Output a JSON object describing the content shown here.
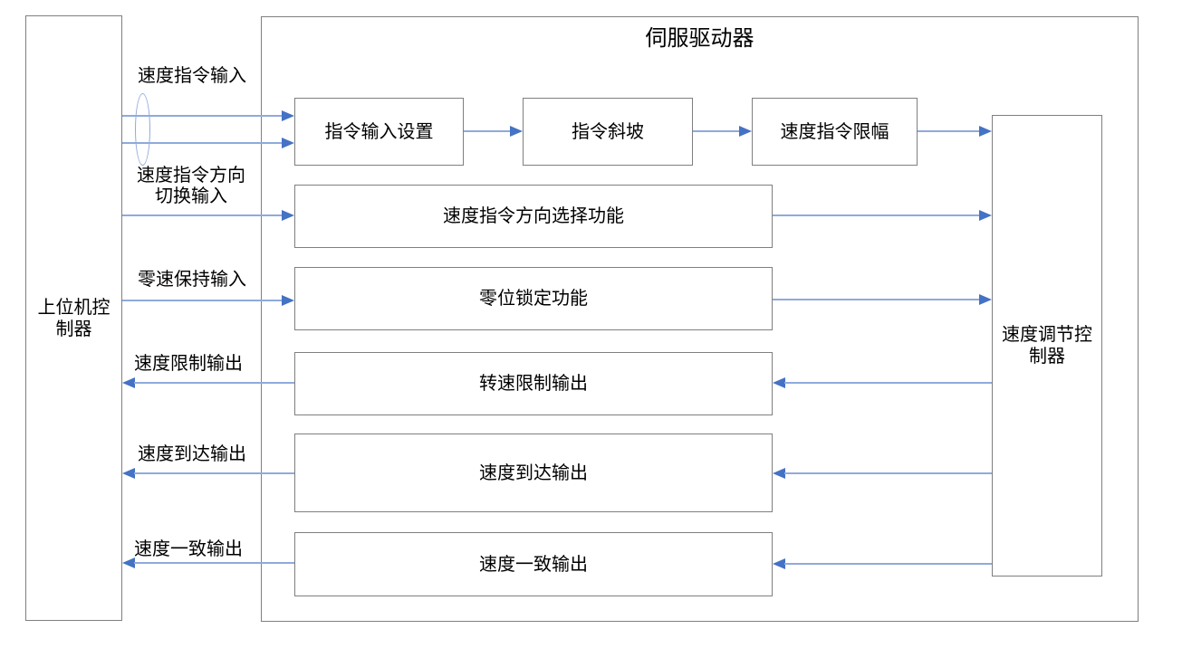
{
  "diagram": {
    "servo_box_title": "伺服驱动器",
    "host_box_label": "上位机控\n制器",
    "regulator_box_label": "速度调节控\n制器",
    "function_blocks": {
      "command_input_setting": "指令输入设置",
      "command_ramp": "指令斜坡",
      "speed_command_limit": "速度指令限幅",
      "direction_select_function": "速度指令方向选择功能",
      "zero_position_lock_function": "零位锁定功能",
      "rotation_speed_limit_output": "转速限制输出",
      "speed_reach_output": "速度到达输出",
      "speed_coincidence_output": "速度一致输出"
    },
    "signal_labels": {
      "speed_command_input": "速度指令输入",
      "speed_command_direction_switch_input": "速度指令方向\n切换输入",
      "zero_speed_hold_input": "零速保持输入",
      "speed_limit_output": "速度限制输出",
      "speed_reach_output": "速度到达输出",
      "speed_coincidence_output": "速度一致输出"
    },
    "colors": {
      "arrow_head": "#4472C4",
      "arrow_line": "#8FAADC",
      "box_border": "#7F7F7F",
      "text": "#000000",
      "background": "#FFFFFF"
    }
  }
}
